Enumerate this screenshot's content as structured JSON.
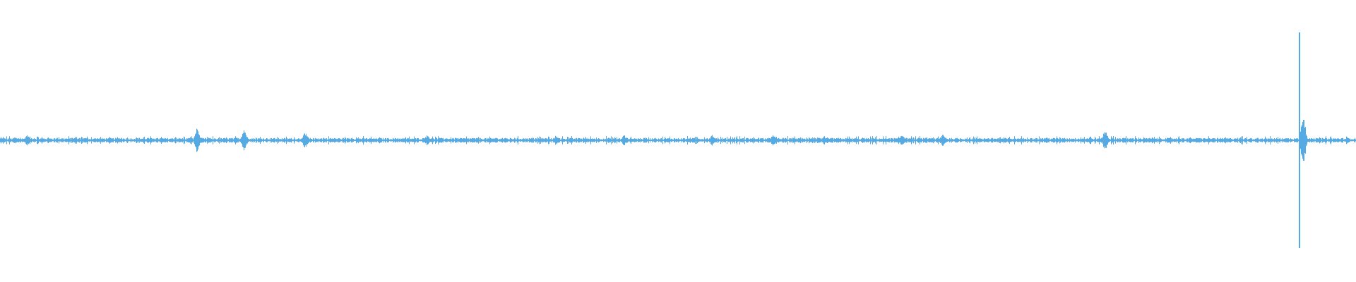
{
  "waveform": {
    "color": "#55aae3",
    "background": "#ffffff",
    "baseline_level": 0.0,
    "noise_amplitude": 0.02,
    "activity_bursts": [
      {
        "position": 0.02,
        "amplitude": 0.06
      },
      {
        "position": 0.145,
        "amplitude": 0.12
      },
      {
        "position": 0.18,
        "amplitude": 0.11
      },
      {
        "position": 0.225,
        "amplitude": 0.08
      },
      {
        "position": 0.315,
        "amplitude": 0.05
      },
      {
        "position": 0.41,
        "amplitude": 0.05
      },
      {
        "position": 0.46,
        "amplitude": 0.05
      },
      {
        "position": 0.525,
        "amplitude": 0.05
      },
      {
        "position": 0.57,
        "amplitude": 0.05
      },
      {
        "position": 0.665,
        "amplitude": 0.06
      },
      {
        "position": 0.695,
        "amplitude": 0.06
      },
      {
        "position": 0.815,
        "amplitude": 0.11
      },
      {
        "position": 0.958,
        "amplitude": 0.9
      },
      {
        "position": 0.961,
        "amplitude": 0.25
      }
    ]
  }
}
